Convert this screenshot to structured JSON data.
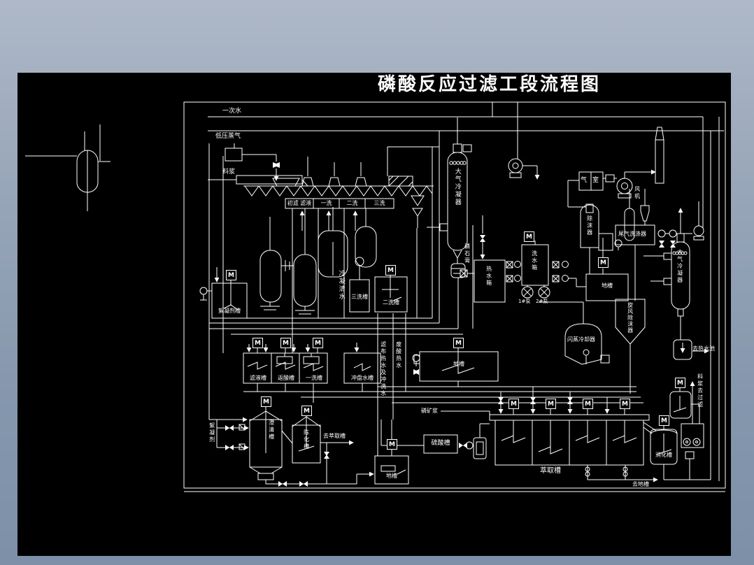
{
  "window": {
    "background_gradient": [
      "#aeb8c8",
      "#97a5b8",
      "#7e90a8"
    ],
    "canvas_color": "#000000",
    "line_color": "#ffffff"
  },
  "labels": {
    "title": "磷酸反应过滤工段流程图",
    "motor": "M",
    "primary_water": "一次水",
    "lp_steam": "低压蒸气",
    "slurry": "料浆",
    "flocculant_tank": "絮凝剂槽",
    "condensate_water": "冷凝清水",
    "third_wash_tank": "三洗槽",
    "second_wash_tank": "二洗槽",
    "atm_condenser_left": "大气冷凝器",
    "phosphogypsum": "磷石膏",
    "hot_water_box": "热水箱",
    "wash_water_box": "洗水箱",
    "pump_1": "1#泵",
    "pump_2": "2#泵",
    "gas_chamber": "气室",
    "fan": "风机",
    "demister": "除沫器",
    "tail_gas_scrubber": "尾气洗涤器",
    "atm_condenser_right": "大气冷凝器",
    "to_hot_water_pool": "去热水池",
    "flash_cooler": "闪蒸冷却器",
    "cyclone_demister": "旋风除沫器",
    "filtrate_tank": "滤液槽",
    "acid_return_tank": "返酸槽",
    "first_wash_tank": "一洗槽",
    "pan_flush_water_tank": "冲盘水槽",
    "cloth_hot_water": "滤布热水及冲洗水",
    "waste_acid_hot_water": "废酸热水",
    "ground_tank_mid": "地槽",
    "ground_tank_right": "地槽",
    "ground_tank_bottom": "地槽",
    "rock_slurry": "磷矿浆",
    "sulfuric_acid_tank": "硫酸槽",
    "clarifier": "澄清槽",
    "aging_tank": "陈化槽",
    "flocculant": "絮凝剂",
    "to_extraction_tank": "去萃取槽",
    "extraction_tank": "萃取槽",
    "to_ground_tank": "去地槽",
    "digestion_tank": "消化槽",
    "slurry_to_filter": "料浆去过滤"
  },
  "filter_sections": [
    "初滤 滤液",
    "一洗",
    "二洗",
    "三洗"
  ]
}
